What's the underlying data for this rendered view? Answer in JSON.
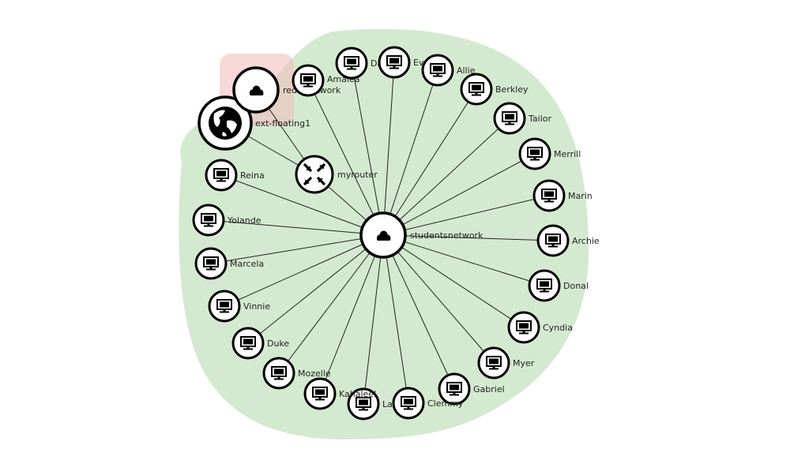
{
  "colors": {
    "project_zone": "#d4ead0",
    "external_zone": "#f0b9b9",
    "edge": "#222222",
    "node_stroke": "#000000",
    "node_fill": "#ffffff",
    "icon": "#000000"
  },
  "nodes": {
    "studentsnetwork": {
      "label": "studentsnetwork",
      "icon": "cloud-icon"
    },
    "myrouter": {
      "label": "myrouter",
      "icon": "router-icon"
    },
    "ext_floating1": {
      "label": "ext-floating1",
      "icon": "globe-icon"
    },
    "red_network": {
      "label": "red···network",
      "icon": "cloud-icon"
    },
    "amalea": {
      "label": "Amalea",
      "icon": "monitor-icon"
    },
    "danny": {
      "label": "Danny",
      "icon": "monitor-icon"
    },
    "ev": {
      "label": "Ev",
      "icon": "monitor-icon"
    },
    "allie": {
      "label": "Allie",
      "icon": "monitor-icon"
    },
    "berkley": {
      "label": "Berkley",
      "icon": "monitor-icon"
    },
    "tailor": {
      "label": "Tailor",
      "icon": "monitor-icon"
    },
    "merrill": {
      "label": "Merrill",
      "icon": "monitor-icon"
    },
    "marin": {
      "label": "Marin",
      "icon": "monitor-icon"
    },
    "archie": {
      "label": "Archie",
      "icon": "monitor-icon"
    },
    "donal": {
      "label": "Donal",
      "icon": "monitor-icon"
    },
    "cyndia": {
      "label": "Cyndia",
      "icon": "monitor-icon"
    },
    "myer": {
      "label": "Myer",
      "icon": "monitor-icon"
    },
    "gabriel": {
      "label": "Gabriel",
      "icon": "monitor-icon"
    },
    "clemmy": {
      "label": "Clemmy",
      "icon": "monitor-icon"
    },
    "la": {
      "label": "La",
      "icon": "monitor-icon"
    },
    "kahaleel": {
      "label": "Kahaleel",
      "icon": "monitor-icon"
    },
    "mozelle": {
      "label": "Mozelle",
      "icon": "monitor-icon"
    },
    "duke": {
      "label": "Duke",
      "icon": "monitor-icon"
    },
    "vinnie": {
      "label": "Vinnie",
      "icon": "monitor-icon"
    },
    "marcela": {
      "label": "Marcela",
      "icon": "monitor-icon"
    },
    "yolande": {
      "label": "Yolande",
      "icon": "monitor-icon"
    },
    "reina": {
      "label": "Reina",
      "icon": "monitor-icon"
    }
  }
}
